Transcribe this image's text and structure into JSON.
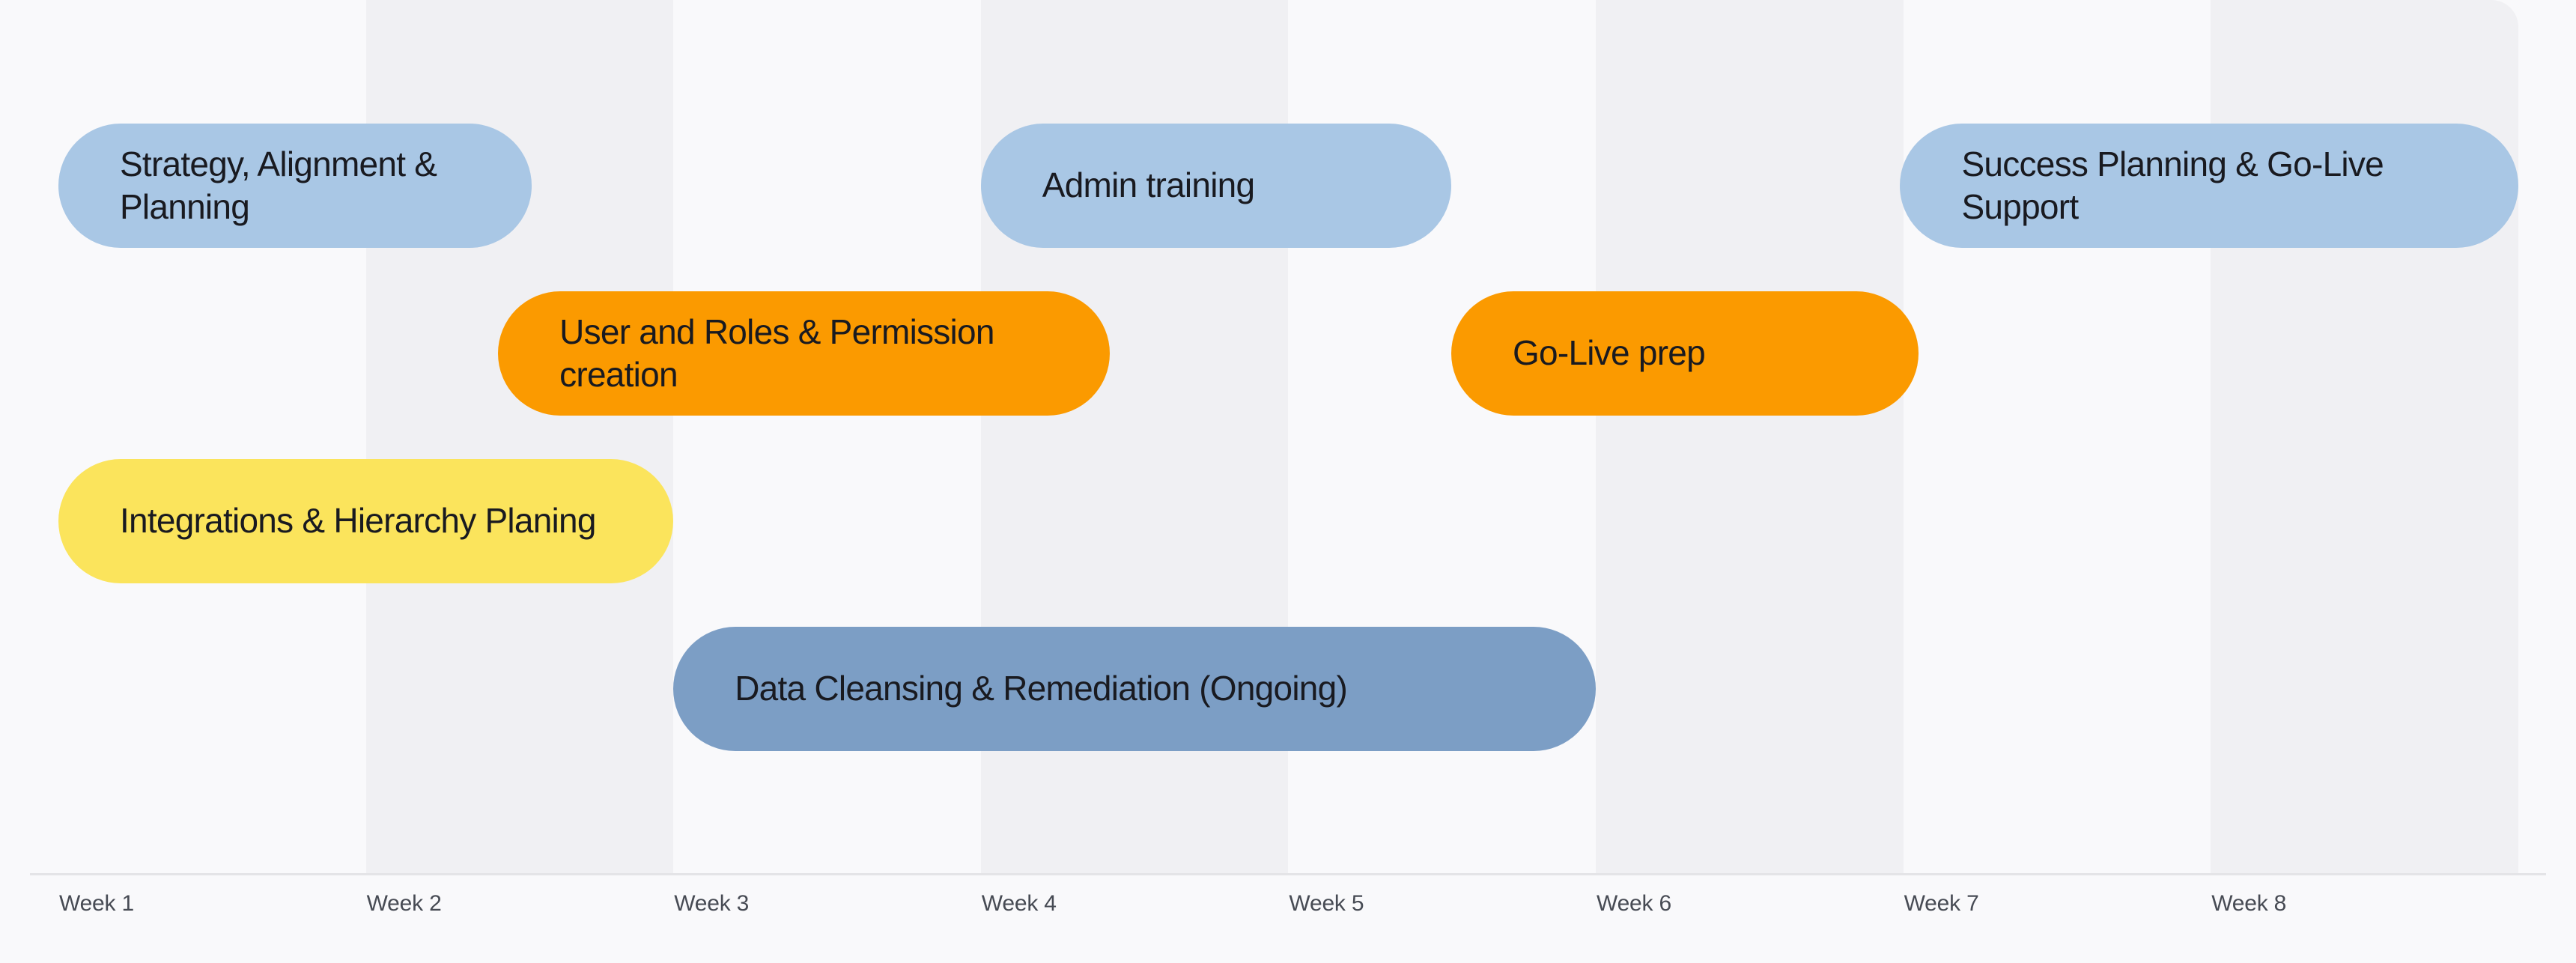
{
  "page": {
    "background_color": "#f9f9fb",
    "stripe_color": "#f0f0f3",
    "axis_line_color": "#e4e4e7",
    "bar_text_color": "#191a20",
    "axis_text_color": "#474b54"
  },
  "timeline": {
    "axis": {
      "labels": [
        "Week 1",
        "Week 2",
        "Week 3",
        "Week 4",
        "Week 5",
        "Week 6",
        "Week 7",
        "Week 8"
      ]
    },
    "bars": [
      {
        "name": "strategy-alignment-planning",
        "label": "Strategy, Alignment &\nPlanning",
        "row": 0,
        "start_week": 1.0,
        "span_weeks": 1.54,
        "color": "#a9c7e5",
        "lines": 2
      },
      {
        "name": "admin-training",
        "label": "Admin training",
        "row": 0,
        "start_week": 4.0,
        "span_weeks": 1.53,
        "color": "#a9c7e5",
        "lines": 1
      },
      {
        "name": "success-planning-go-live-support",
        "label": "Success Planning & Go-Live\nSupport",
        "row": 0,
        "start_week": 6.99,
        "span_weeks": 2.01,
        "color": "#a9c7e5",
        "lines": 2
      },
      {
        "name": "user-and-roles-permission-creation",
        "label": "User and Roles & Permission\ncreation",
        "row": 1,
        "start_week": 2.43,
        "span_weeks": 1.99,
        "color": "#fb9a00",
        "lines": 2
      },
      {
        "name": "go-live-prep",
        "label": "Go-Live prep",
        "row": 1,
        "start_week": 5.53,
        "span_weeks": 1.52,
        "color": "#fb9a00",
        "lines": 1
      },
      {
        "name": "integrations-hierarchy-planing",
        "label": "Integrations & Hierarchy Planing",
        "row": 2,
        "start_week": 1.0,
        "span_weeks": 2.0,
        "color": "#fbe45c",
        "lines": 1
      },
      {
        "name": "data-cleansing-remediation",
        "label": "Data Cleansing & Remediation (Ongoing)",
        "row": 3,
        "start_week": 3.0,
        "span_weeks": 3.0,
        "color": "#7c9ec5",
        "lines": 1
      }
    ]
  },
  "chart_data": {
    "type": "bar",
    "subtype": "gantt-timeline",
    "title": "",
    "xlabel": "",
    "ylabel": "",
    "x_axis": {
      "tick_labels": [
        "Week 1",
        "Week 2",
        "Week 3",
        "Week 4",
        "Week 5",
        "Week 6",
        "Week 7",
        "Week 8"
      ],
      "range_weeks": [
        1,
        9
      ]
    },
    "grid": "alternating-week-stripes (weeks 2, 4, 6, 8 shaded)",
    "legend": "none",
    "tasks": [
      {
        "label": "Strategy, Alignment & Planning",
        "start_week": 1.0,
        "end_week": 2.54,
        "row": 1,
        "color": "#a9c7e5"
      },
      {
        "label": "Admin training",
        "start_week": 4.0,
        "end_week": 5.53,
        "row": 1,
        "color": "#a9c7e5"
      },
      {
        "label": "Success Planning & Go-Live Support",
        "start_week": 6.99,
        "end_week": 9.0,
        "row": 1,
        "color": "#a9c7e5"
      },
      {
        "label": "User and Roles & Permission creation",
        "start_week": 2.43,
        "end_week": 4.42,
        "row": 2,
        "color": "#fb9a00"
      },
      {
        "label": "Go-Live prep",
        "start_week": 5.53,
        "end_week": 7.05,
        "row": 2,
        "color": "#fb9a00"
      },
      {
        "label": "Integrations & Hierarchy Planing",
        "start_week": 1.0,
        "end_week": 3.0,
        "row": 3,
        "color": "#fbe45c"
      },
      {
        "label": "Data Cleansing & Remediation (Ongoing)",
        "start_week": 3.0,
        "end_week": 6.0,
        "row": 4,
        "color": "#7c9ec5"
      }
    ]
  }
}
